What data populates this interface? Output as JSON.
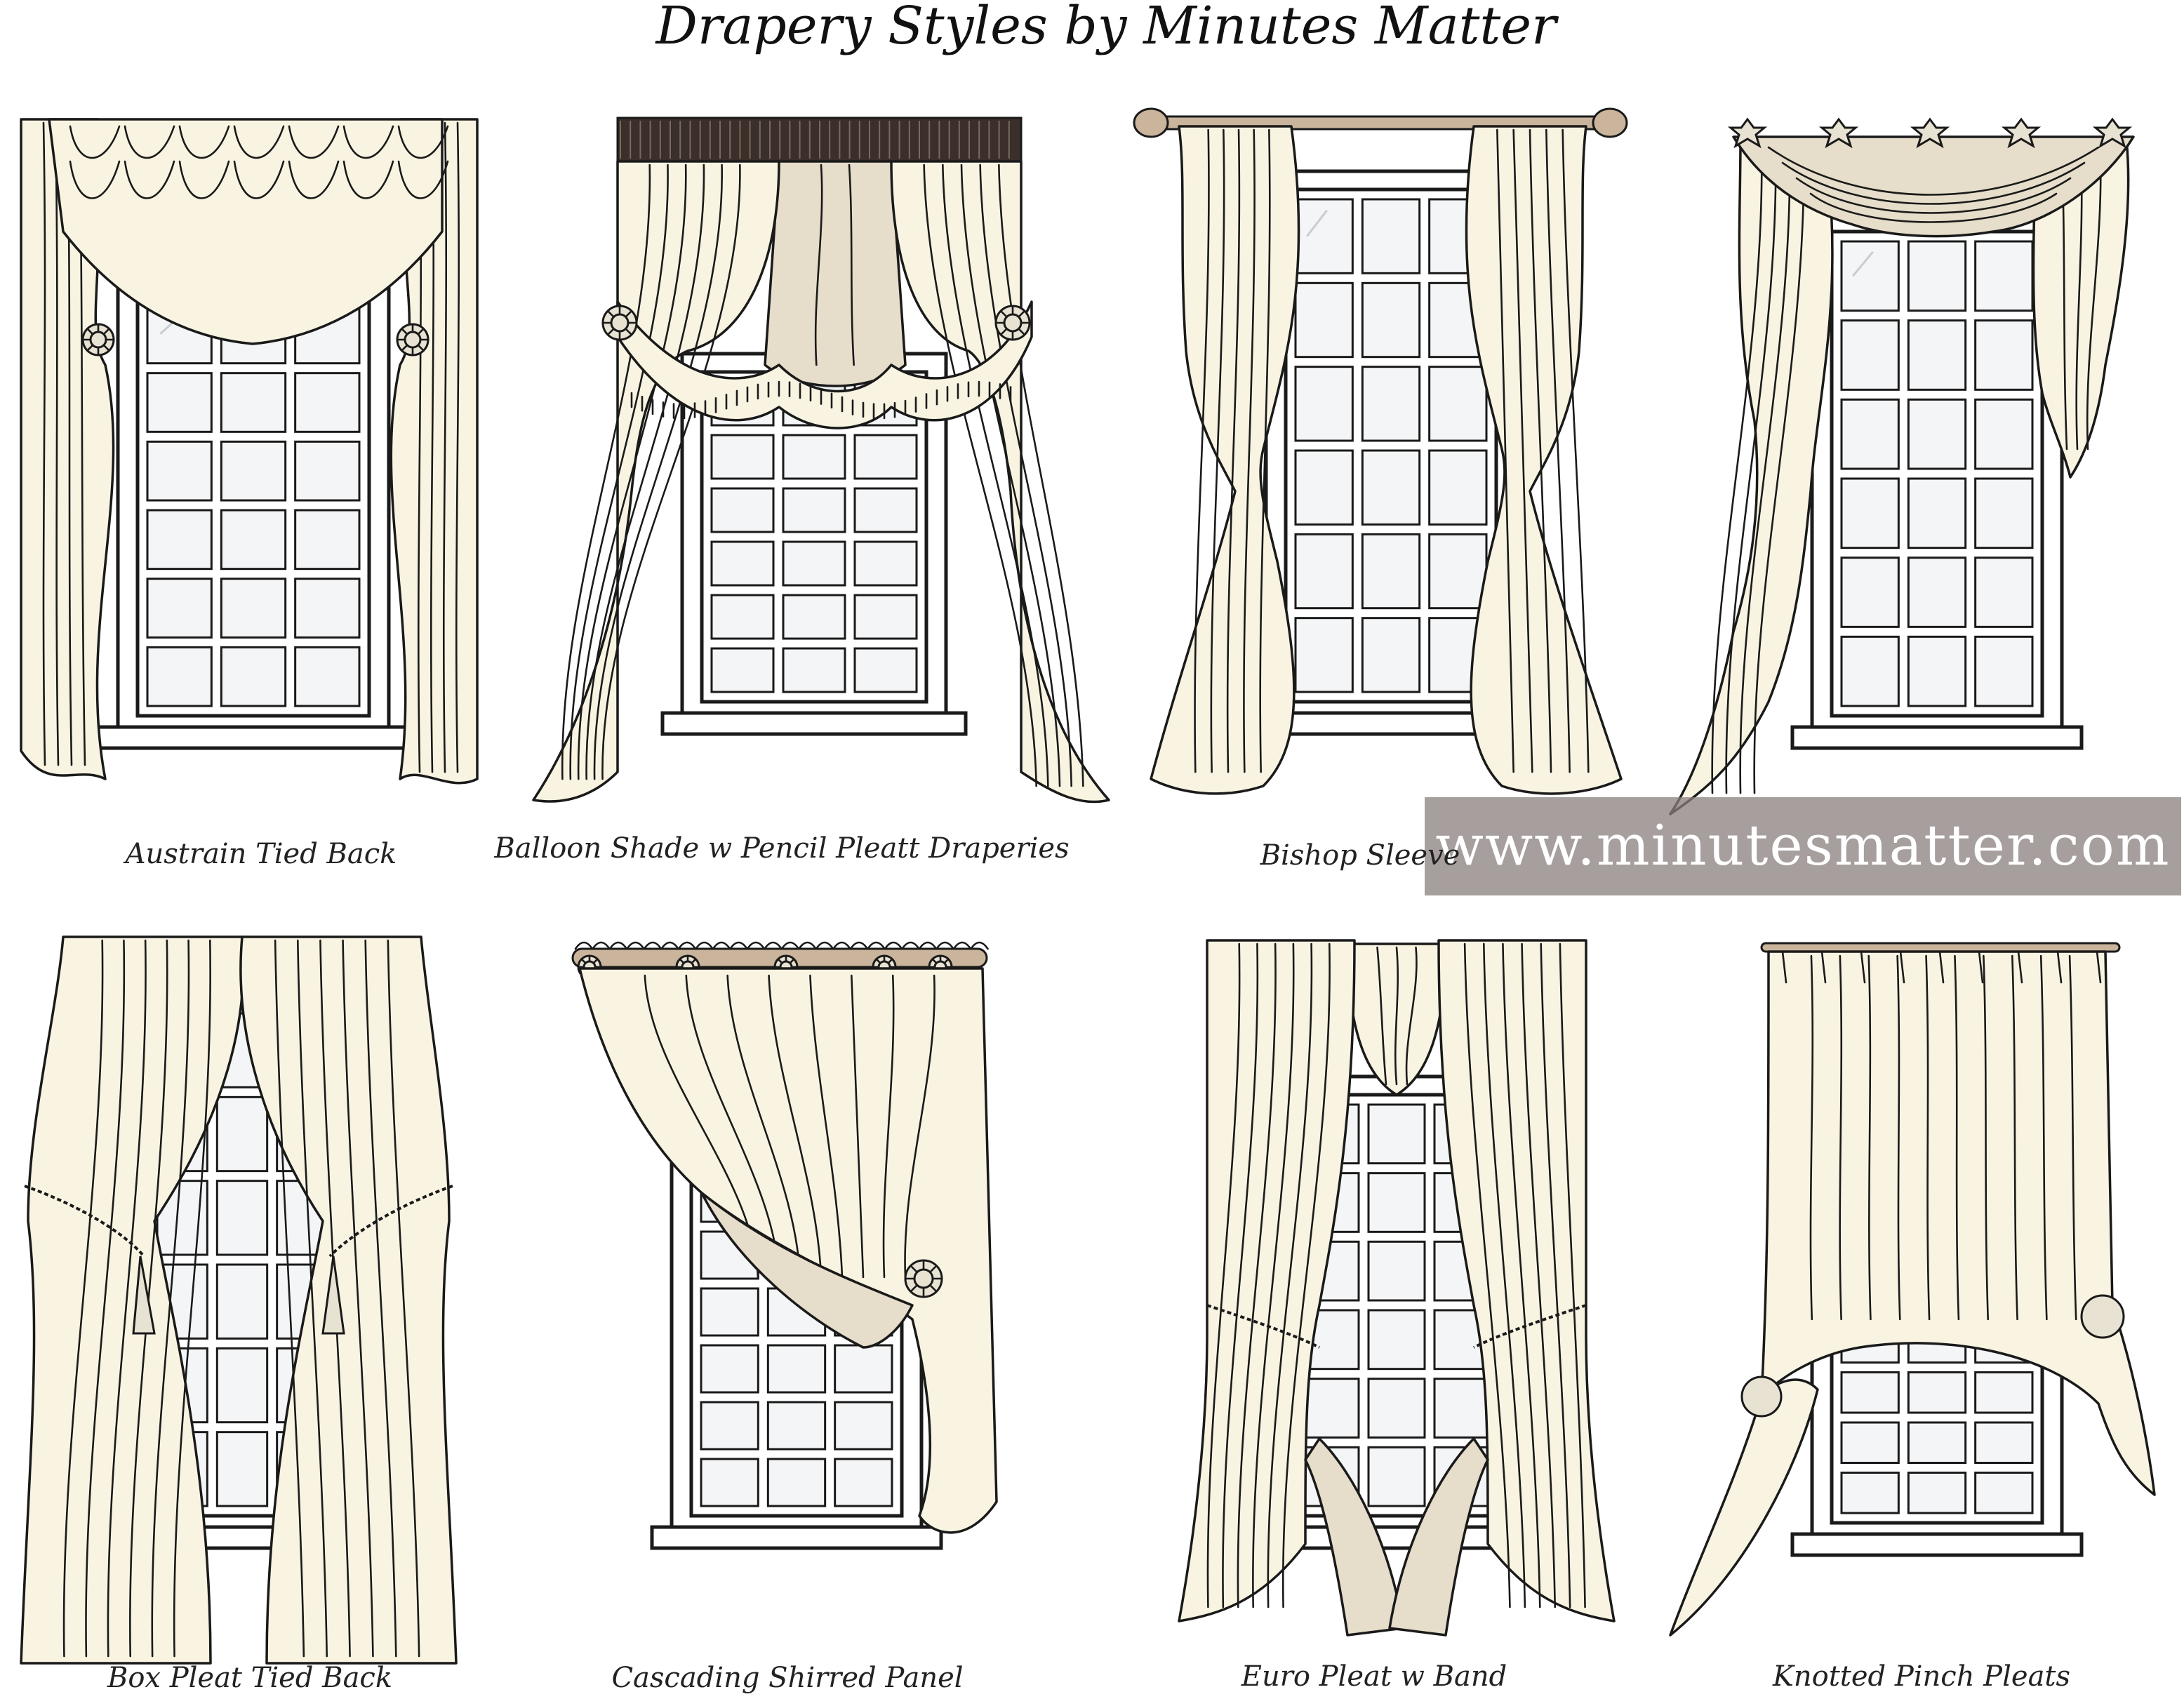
{
  "title": "Drapery Styles by Minutes Matter",
  "watermark": "www.minutesmatter.com",
  "colors": {
    "fabric": "#f8f4e1",
    "fabric_shade": "#e6ddca",
    "line": "#1a1a1a",
    "watermark_band": "#8a7e7e"
  },
  "styles": [
    {
      "label": "Austrain Tied Back"
    },
    {
      "label": "Balloon Shade w Pencil Pleatt Draperies"
    },
    {
      "label": "Bishop Sleeve"
    },
    {
      "label": ""
    },
    {
      "label": "Box Pleat Tied Back"
    },
    {
      "label": "Cascading Shirred Panel"
    },
    {
      "label": "Euro Pleat w Band"
    },
    {
      "label": "Knotted Pinch Pleats"
    }
  ]
}
